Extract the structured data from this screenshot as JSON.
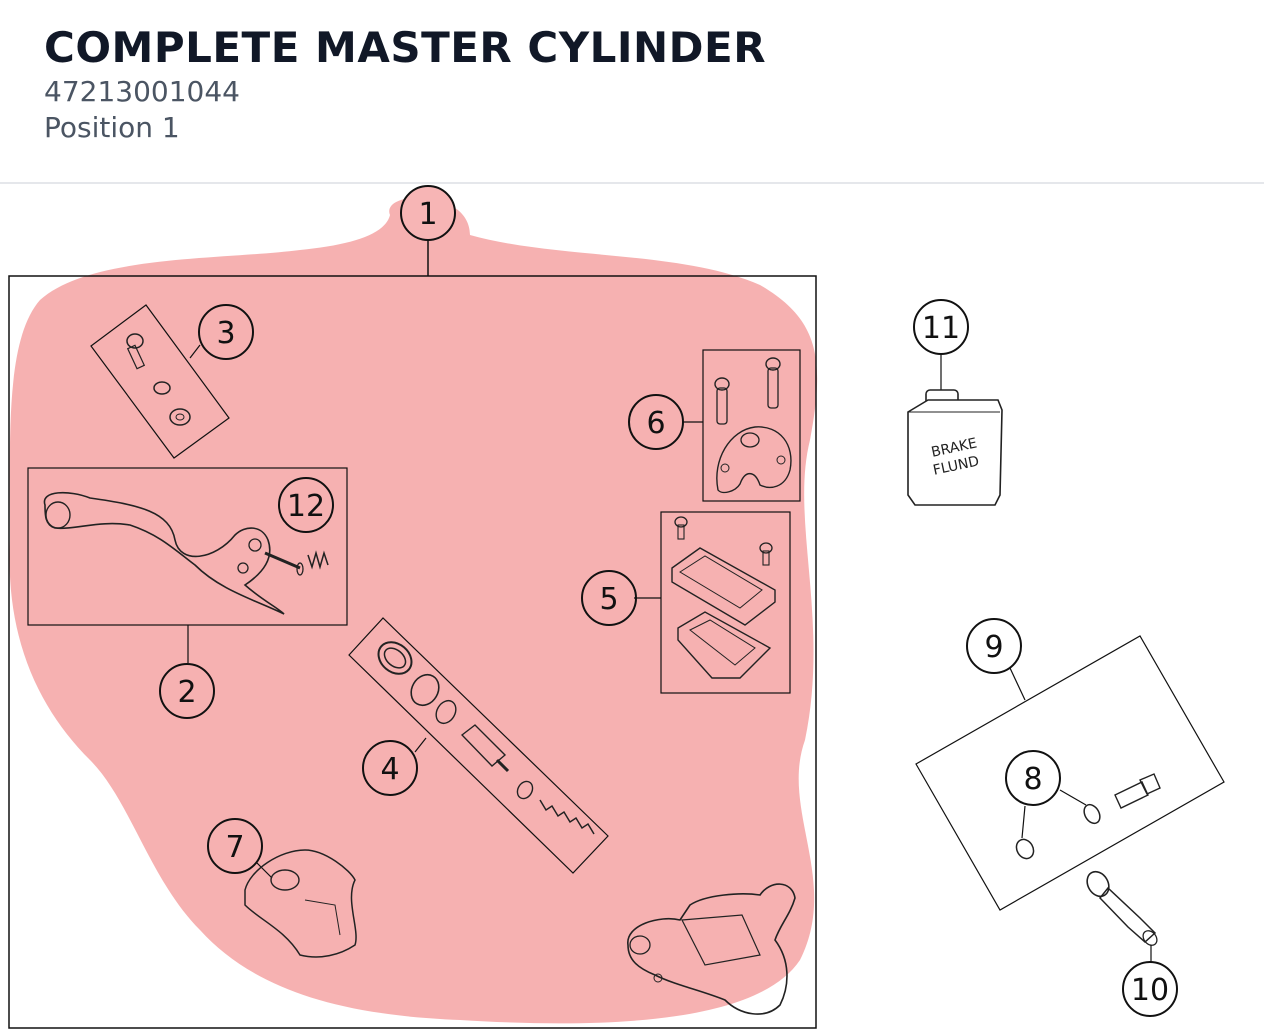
{
  "header": {
    "title": "COMPLETE MASTER CYLINDER",
    "part_number": "47213001044",
    "position": "Position 1"
  },
  "diagram": {
    "highlight_color": "#f5a3a3",
    "line_color": "#111111",
    "callouts": [
      "1",
      "2",
      "3",
      "4",
      "5",
      "6",
      "7",
      "8",
      "9",
      "10",
      "11",
      "12"
    ],
    "can_label_line1": "BRAKE",
    "can_label_line2": "FLUND"
  }
}
